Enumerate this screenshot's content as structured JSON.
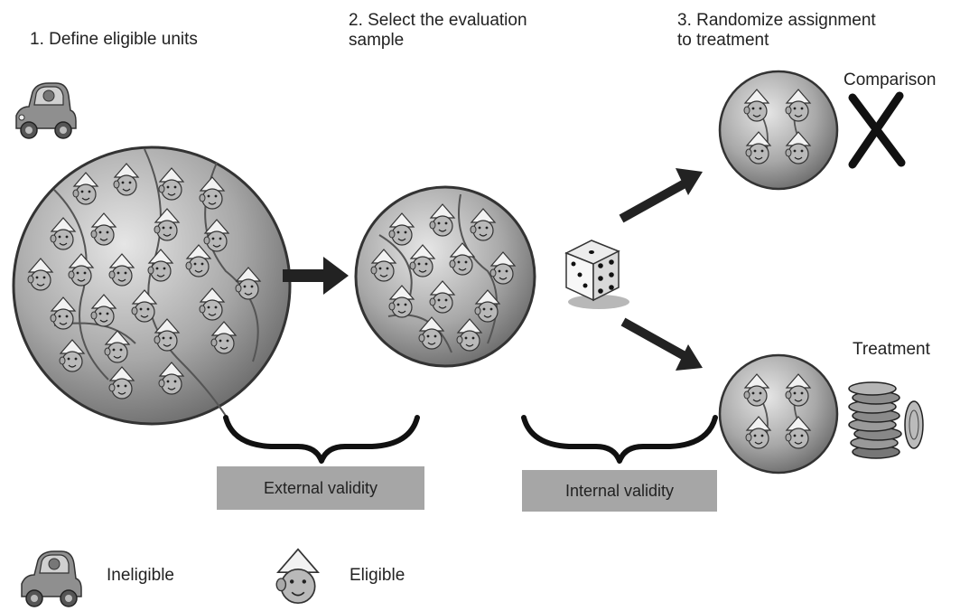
{
  "steps": {
    "step1": "1. Define eligible units",
    "step2": "2. Select the evaluation\nsample",
    "step3": "3. Randomize assignment\nto treatment"
  },
  "groups": {
    "comparison": "Comparison",
    "treatment": "Treatment"
  },
  "validity": {
    "external": "External validity",
    "internal": "Internal validity"
  },
  "legend": {
    "ineligible": "Ineligible",
    "eligible": "Eligible"
  },
  "icons": {
    "ineligible": "car-icon",
    "eligible": "person-icon",
    "randomizer": "dice-icon",
    "comparison_mark": "x-icon",
    "treatment_mark": "coins-icon"
  },
  "colors": {
    "box": "#a6a6a6",
    "text": "#222222"
  }
}
